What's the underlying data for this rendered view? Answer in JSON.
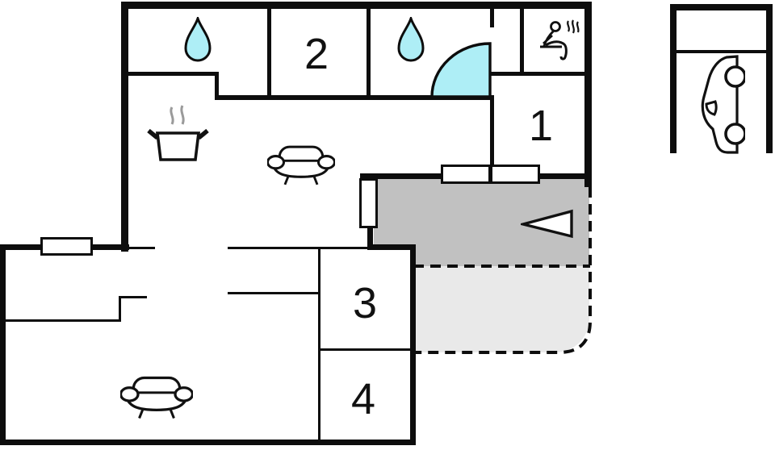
{
  "floorplan": {
    "kind": "holiday-home floor plan",
    "rooms": [
      {
        "label": "1"
      },
      {
        "label": "2"
      },
      {
        "label": "3"
      },
      {
        "label": "4"
      }
    ],
    "areas": {
      "terrace_covered_color": "#c1c1c1",
      "terrace_open_color": "#e9e9e9",
      "wall_color": "#0d0d0d",
      "water_color": "#aeeef6",
      "steam_color": "#9a9a9a"
    },
    "icons": {
      "bath1": "water-drop",
      "bath2": "water-drop",
      "shower": "shower-door-arc",
      "sauna": "sauna-person",
      "kitchen": "cooking-pot",
      "sofa_living": "sofa",
      "sofa_lower": "sofa",
      "carport": "car",
      "entrance_arrow": "left-arrow"
    }
  }
}
